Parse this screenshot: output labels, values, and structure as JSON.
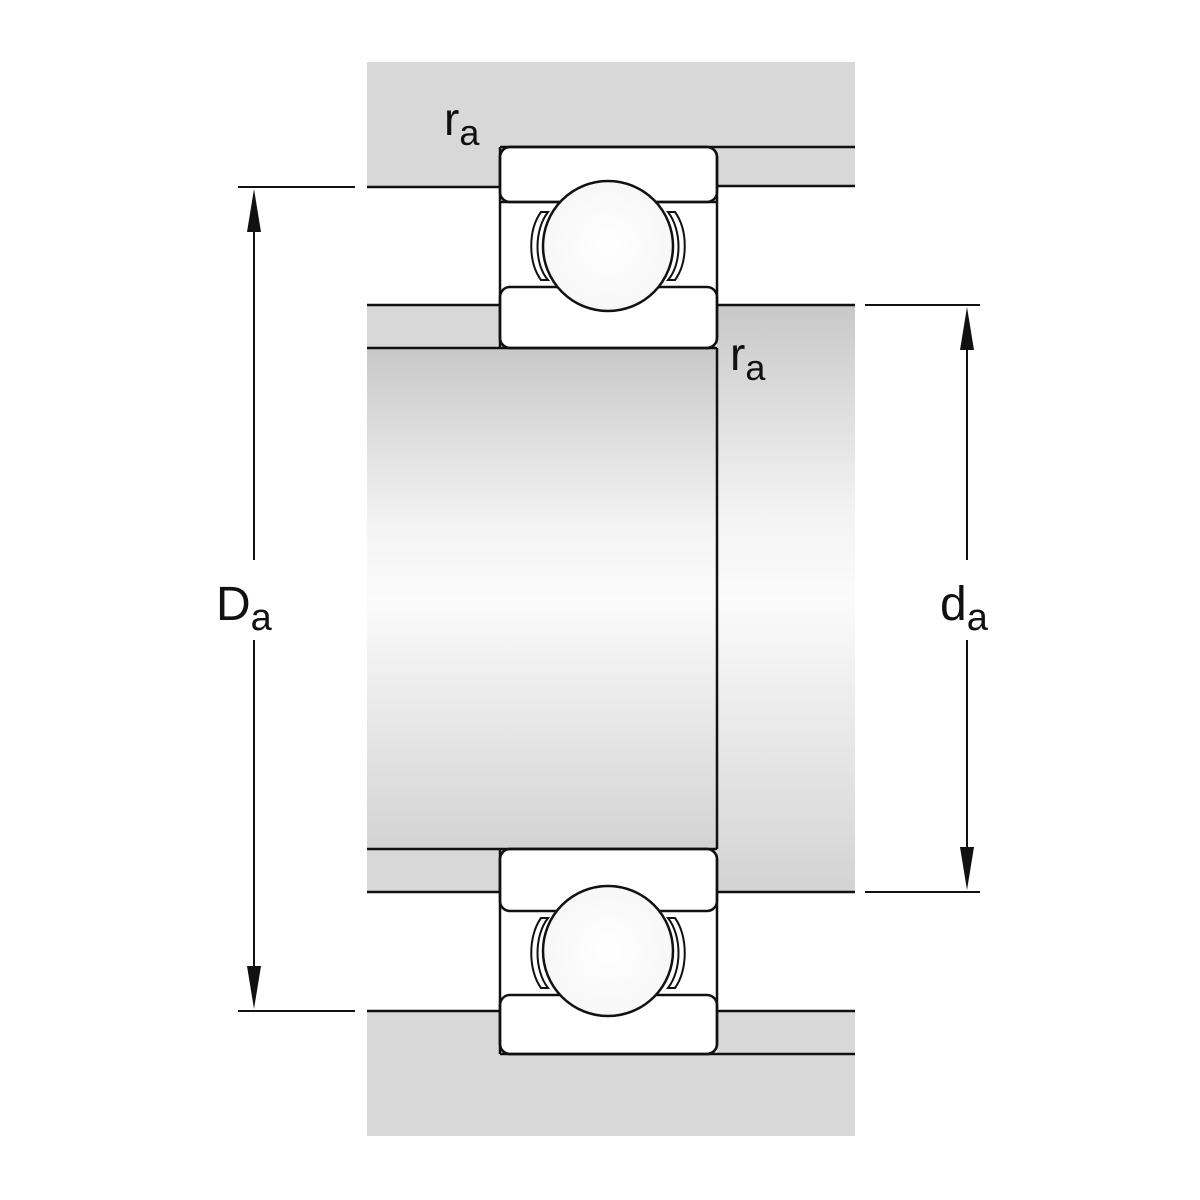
{
  "diagram": {
    "labels": {
      "r_top": {
        "base": "r",
        "sub": "a"
      },
      "r_inner": {
        "base": "r",
        "sub": "a"
      },
      "D_outer": {
        "base": "D",
        "sub": "a"
      },
      "d_inner": {
        "base": "d",
        "sub": "a"
      }
    },
    "colors": {
      "background": "#ffffff",
      "housing_fill": "#d8d8d8",
      "line": "#111111",
      "shaft_gradient": [
        "#c9c9c9",
        "#f6f6f6",
        "#d9d9d9"
      ],
      "bearing_fill": "#ffffff"
    }
  }
}
